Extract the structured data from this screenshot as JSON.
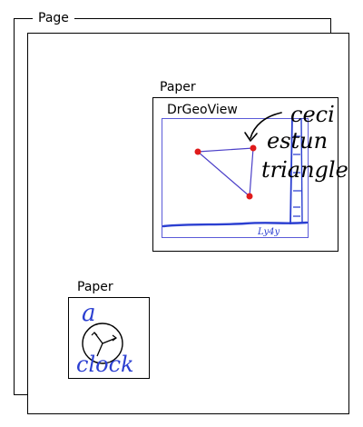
{
  "page": {
    "title": "Page"
  },
  "papers": [
    {
      "title": "Paper",
      "view": {
        "title": "DrGeoView"
      }
    },
    {
      "title": "Paper"
    }
  ],
  "handwriting": {
    "line1": "ceci",
    "line2": "estun",
    "line3": "triangle",
    "signature": "Ly4y"
  },
  "sketch": {
    "top_text": "a",
    "bottom_text": "clock"
  },
  "colors": {
    "ink_black": "#000000",
    "ink_blue": "#2b3fd1",
    "point_red": "#e01b1b",
    "view_border": "#5a5ad8"
  }
}
